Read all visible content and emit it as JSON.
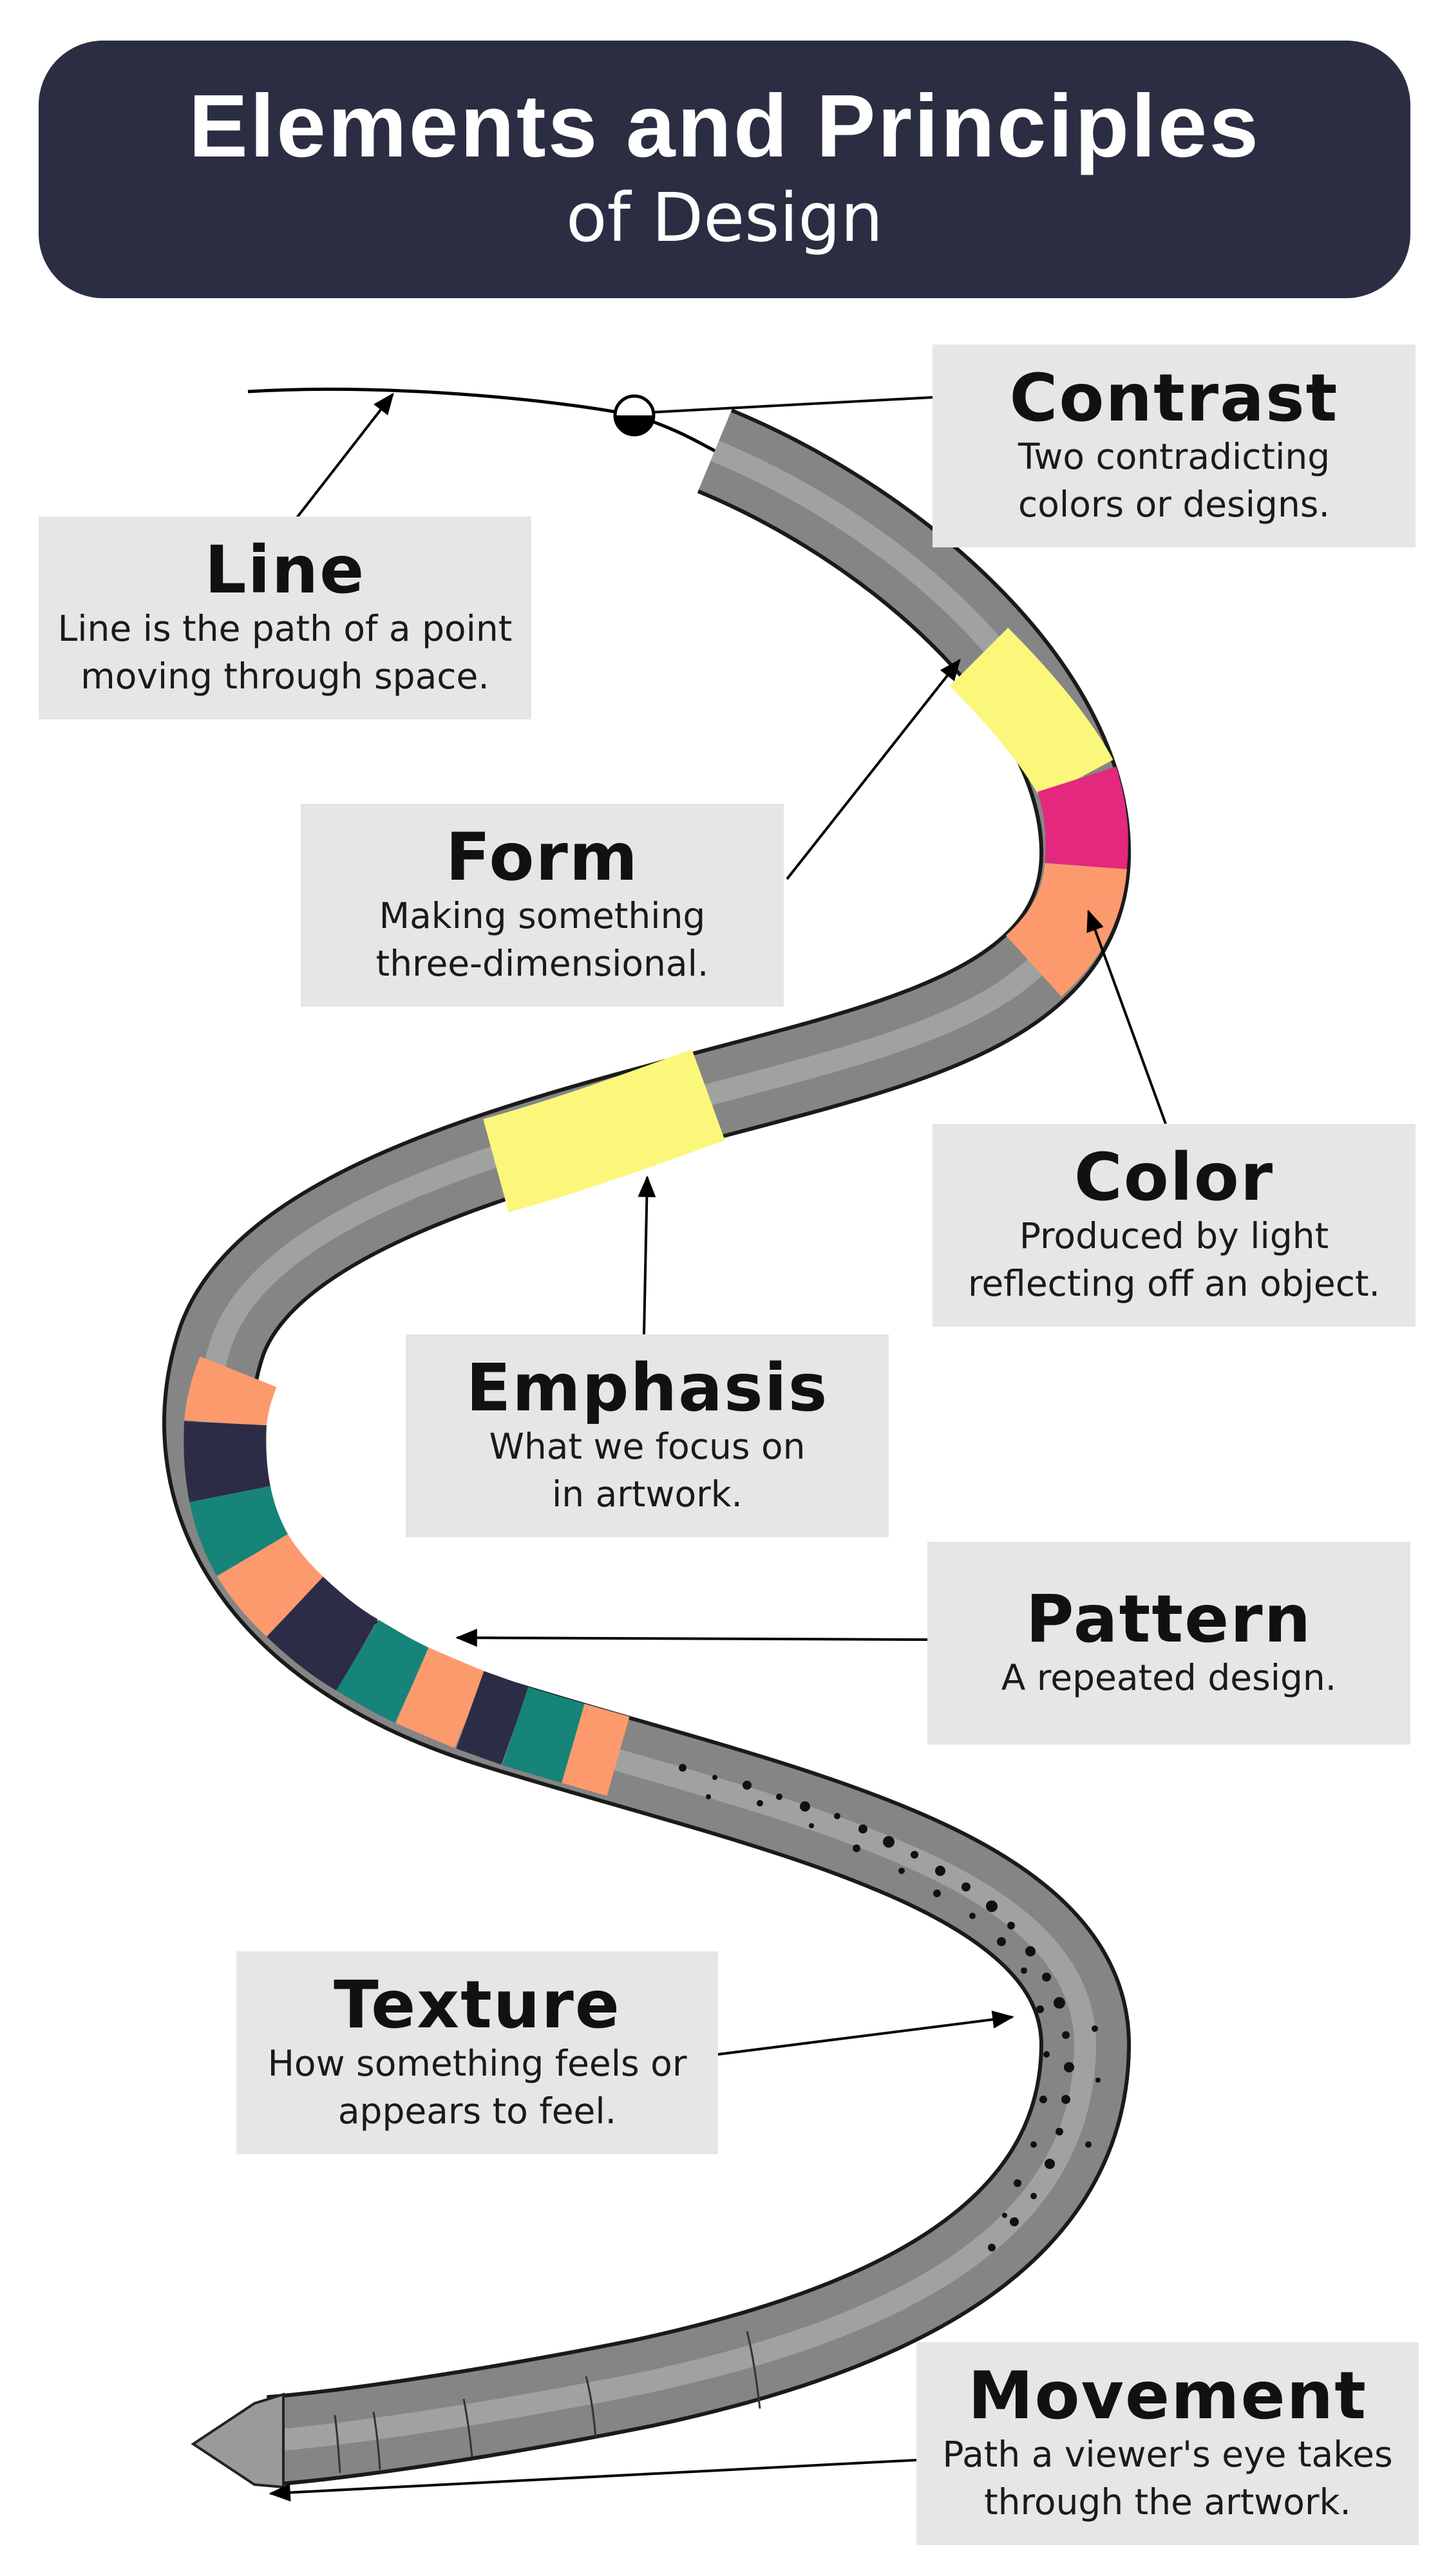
{
  "header": {
    "title": "Elements and Principles",
    "subtitle": "of Design"
  },
  "cards": {
    "contrast": {
      "heading": "Contrast",
      "line1": "Two contradicting",
      "line2": "colors or designs."
    },
    "line": {
      "heading": "Line",
      "line1": "Line is the path of a point",
      "line2": "moving through space."
    },
    "form": {
      "heading": "Form",
      "line1": "Making something",
      "line2": "three-dimensional."
    },
    "color": {
      "heading": "Color",
      "line1": "Produced by light",
      "line2": "reflecting off an object."
    },
    "emphasis": {
      "heading": "Emphasis",
      "line1": "What we focus on",
      "line2": "in artwork."
    },
    "pattern": {
      "heading": "Pattern",
      "line1": "A repeated design."
    },
    "texture": {
      "heading": "Texture",
      "line1": "How something feels or",
      "line2": "appears to feel."
    },
    "movement": {
      "heading": "Movement",
      "line1": "Path a viewer's eye takes",
      "line2": "through the artwork."
    }
  },
  "colors": {
    "header_bg": "#2b2d42",
    "card_bg": "#e6e6e6",
    "tube_gray": "#808080",
    "yellow": "#fbf77a",
    "magenta": "#e3287d",
    "peach": "#fd9a6d",
    "navy": "#2d2c46",
    "teal": "#168478"
  }
}
